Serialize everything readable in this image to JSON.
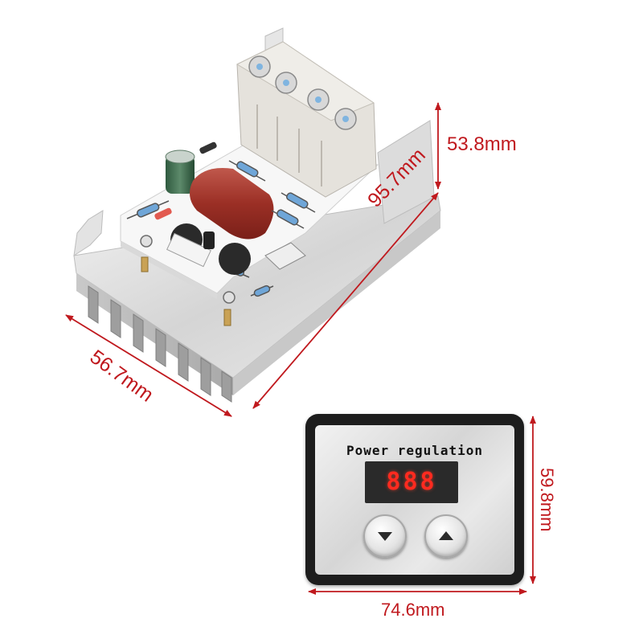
{
  "dimensions": {
    "height": "53.8mm",
    "length": "95.7mm",
    "width": "56.7mm",
    "panel_height": "59.8mm",
    "panel_width": "74.6mm"
  },
  "panel": {
    "title": "Power regulation",
    "display": "888"
  },
  "icons": {
    "down": "arrow-down-icon",
    "up": "arrow-up-icon"
  },
  "colors": {
    "dimension": "#c0191e",
    "display_digits": "#ff2a1f",
    "panel_frame": "#1d1d1d"
  }
}
